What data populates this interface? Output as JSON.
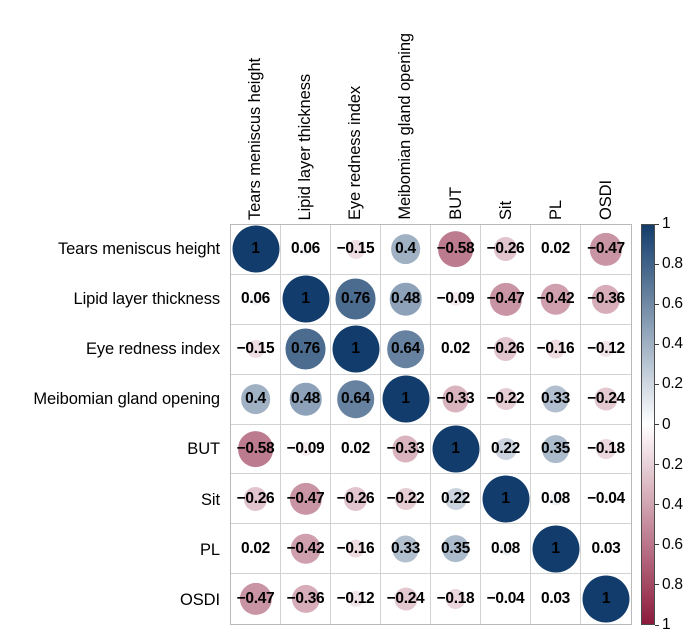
{
  "chart_data": {
    "type": "heatmap",
    "title": "",
    "xlabel": "",
    "ylabel": "",
    "variables": [
      "Tears meniscus height",
      "Lipid layer thickness",
      "Eye redness index",
      "Meibomian gland opening",
      "BUT",
      "Sit",
      "PL",
      "OSDI"
    ],
    "categories": [
      "Tears meniscus height",
      "Lipid layer thickness",
      "Eye redness index",
      "Meibomian gland opening",
      "BUT",
      "Sit",
      "PL",
      "OSDI"
    ],
    "matrix": [
      [
        1,
        0.06,
        -0.15,
        0.4,
        -0.58,
        -0.26,
        0.02,
        -0.47
      ],
      [
        0.06,
        1,
        0.76,
        0.48,
        -0.09,
        -0.47,
        -0.42,
        -0.36
      ],
      [
        -0.15,
        0.76,
        1,
        0.64,
        0.02,
        -0.26,
        -0.16,
        -0.12
      ],
      [
        0.4,
        0.48,
        0.64,
        1,
        -0.33,
        -0.22,
        0.33,
        -0.24
      ],
      [
        -0.58,
        -0.09,
        0.02,
        -0.33,
        1,
        0.22,
        0.35,
        -0.18
      ],
      [
        -0.26,
        -0.47,
        -0.26,
        -0.22,
        0.22,
        1,
        0.08,
        -0.04
      ],
      [
        0.02,
        -0.42,
        -0.16,
        0.33,
        0.35,
        0.08,
        1,
        0.03
      ],
      [
        -0.47,
        -0.36,
        -0.12,
        -0.24,
        -0.18,
        -0.04,
        0.03,
        1
      ]
    ],
    "cell_labels": [
      [
        "1",
        "0.06",
        "−0.15",
        "0.4",
        "−0.58",
        "−0.26",
        "0.02",
        "−0.47"
      ],
      [
        "0.06",
        "1",
        "0.76",
        "0.48",
        "−0.09",
        "−0.47",
        "−0.42",
        "−0.36"
      ],
      [
        "−0.15",
        "0.76",
        "1",
        "0.64",
        "0.02",
        "−0.26",
        "−0.16",
        "−0.12"
      ],
      [
        "0.4",
        "0.48",
        "0.64",
        "1",
        "−0.33",
        "−0.22",
        "0.33",
        "−0.24"
      ],
      [
        "−0.58",
        "−0.09",
        "0.02",
        "−0.33",
        "1",
        "0.22",
        "0.35",
        "−0.18"
      ],
      [
        "−0.26",
        "−0.47",
        "−0.26",
        "−0.22",
        "0.22",
        "1",
        "0.08",
        "−0.04"
      ],
      [
        "0.02",
        "−0.42",
        "−0.16",
        "0.33",
        "0.35",
        "0.08",
        "1",
        "0.03"
      ],
      [
        "−0.47",
        "−0.36",
        "−0.12",
        "−0.24",
        "−0.18",
        "−0.04",
        "0.03",
        "1"
      ]
    ],
    "encoding": {
      "marker": "circle",
      "size_encodes": "absolute correlation",
      "color_encodes": "signed correlation",
      "grid": true
    },
    "colorbar": {
      "position": "right",
      "vmin": -1,
      "vmax": 1,
      "ticks": [
        1,
        0.8,
        0.6,
        0.4,
        0.2,
        0,
        -0.2,
        -0.4,
        -0.6,
        -0.8,
        -1
      ],
      "tick_labels": [
        "1",
        "0.8",
        "0.6",
        "0.4",
        "0.2",
        "0",
        "0.2",
        "0.4",
        "0.6",
        "0.8",
        "1"
      ],
      "color_high": "#123c6b",
      "color_mid": "#ffffff",
      "color_low": "#8c1b3d"
    }
  }
}
